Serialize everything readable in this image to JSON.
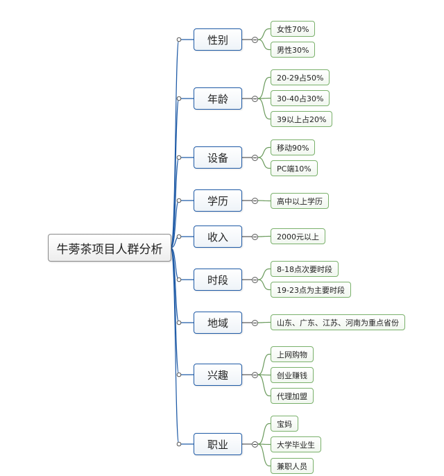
{
  "root": {
    "label": "牛蒡茶项目人群分析"
  },
  "categories": [
    {
      "label": "性别",
      "children": [
        "女性70%",
        "男性30%"
      ]
    },
    {
      "label": "年龄",
      "children": [
        "20-29占50%",
        "30-40占30%",
        "39以上占20%"
      ]
    },
    {
      "label": "设备",
      "children": [
        "移动90%",
        "PC端10%"
      ]
    },
    {
      "label": "学历",
      "children": [
        "高中以上学历"
      ]
    },
    {
      "label": "收入",
      "children": [
        "2000元以上"
      ]
    },
    {
      "label": "时段",
      "children": [
        "8-18点次要时段",
        "19-23点为主要时段"
      ]
    },
    {
      "label": "地域",
      "children": [
        "山东、广东、江苏、河南为重点省份"
      ]
    },
    {
      "label": "兴趣",
      "children": [
        "上网购物",
        "创业赚钱",
        "代理加盟"
      ]
    },
    {
      "label": "职业",
      "children": [
        "宝妈",
        "大学毕业生",
        "兼职人员"
      ]
    }
  ],
  "colors": {
    "category_border": "#1e5aa6",
    "leaf_border": "#79b06a",
    "connector": "#1e5aa6"
  }
}
